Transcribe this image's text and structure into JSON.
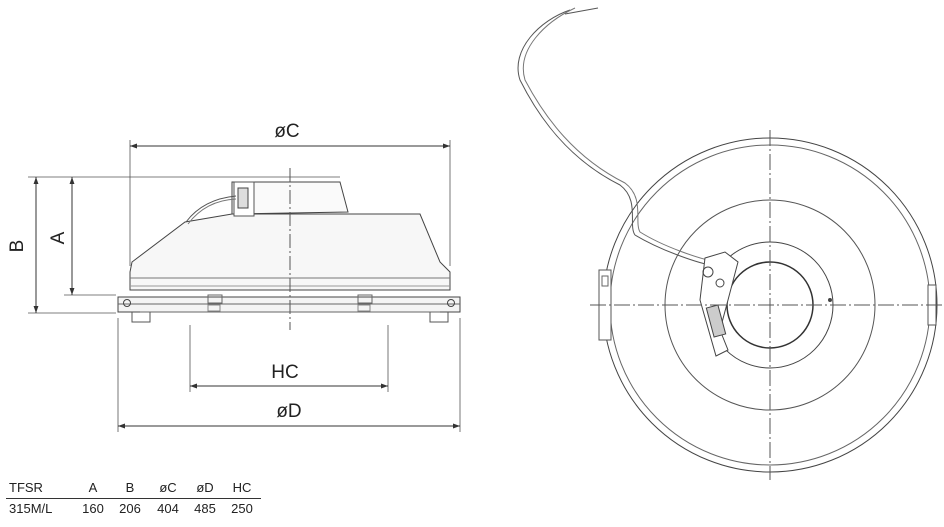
{
  "labels": {
    "diameter_c": "øC",
    "diameter_d": "øD",
    "height_a": "A",
    "height_b": "B",
    "hc": "HC"
  },
  "table": {
    "headers": [
      "TFSR",
      "A",
      "B",
      "øC",
      "øD",
      "HC"
    ],
    "rows": [
      [
        "315M/L",
        "160",
        "206",
        "404",
        "485",
        "250"
      ]
    ]
  }
}
